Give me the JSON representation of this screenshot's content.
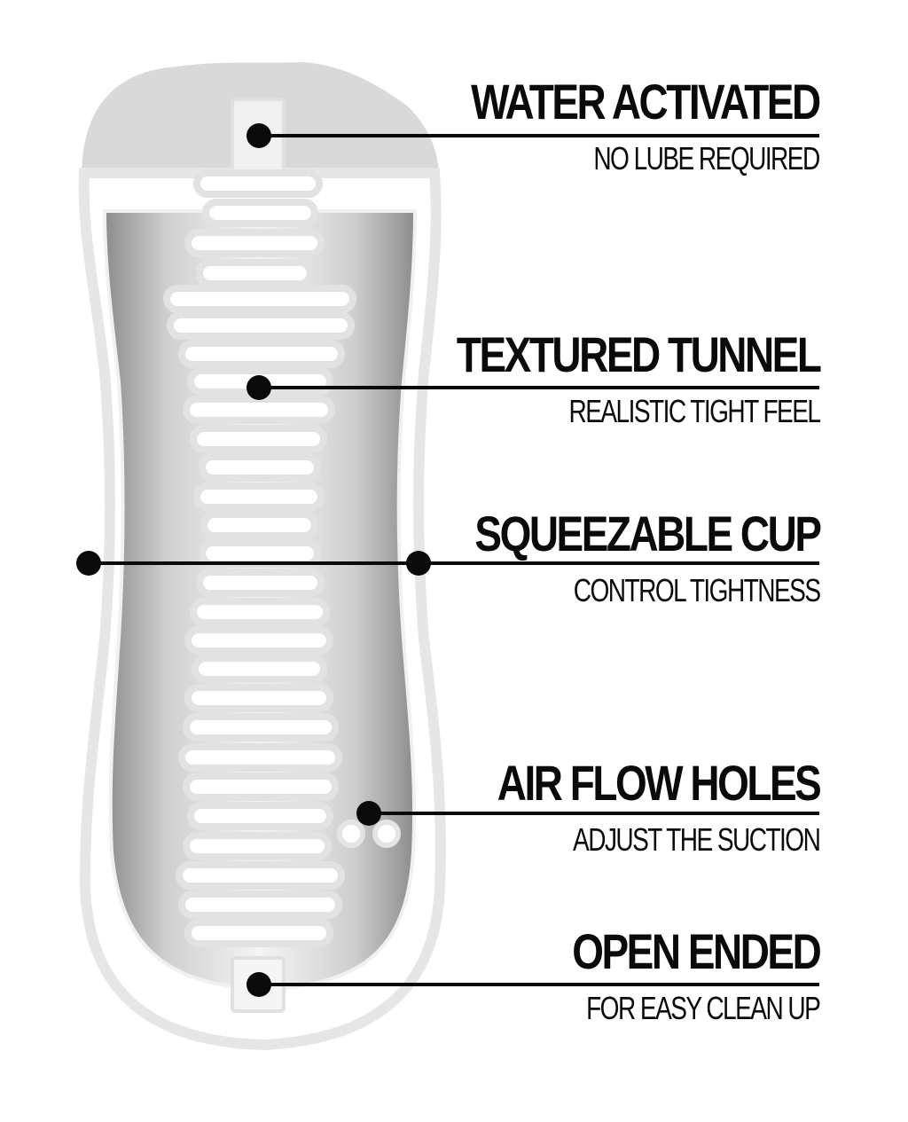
{
  "colors": {
    "outline": "#e8e8e8",
    "cap": "#d9d9d9",
    "inner_dark": "#8f8f8f",
    "inner_light": "#f2f2f2",
    "ink": "#0a0a0a"
  },
  "callouts": [
    {
      "title": "WATER ACTIVATED",
      "subtitle": "NO LUBE REQUIRED"
    },
    {
      "title": "TEXTURED TUNNEL",
      "subtitle": "REALISTIC TIGHT FEEL"
    },
    {
      "title": "SQUEEZABLE CUP",
      "subtitle": "CONTROL TIGHTNESS"
    },
    {
      "title": "AIR FLOW HOLES",
      "subtitle": "ADJUST THE SUCTION"
    },
    {
      "title": "OPEN ENDED",
      "subtitle": "FOR EASY CLEAN UP"
    }
  ]
}
